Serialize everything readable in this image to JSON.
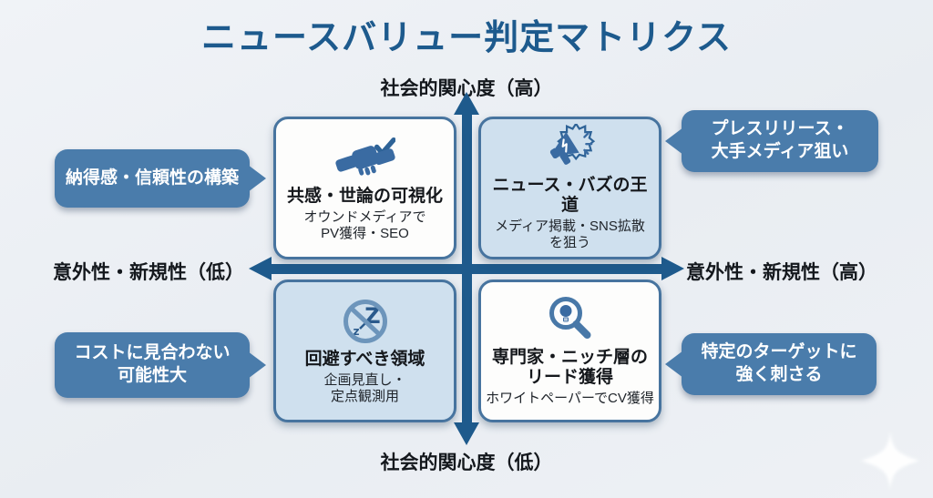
{
  "title": "ニュースバリュー判定マトリクス",
  "axes": {
    "vertical_top": "社会的関心度（高）",
    "vertical_bottom": "社会的関心度（低）",
    "horizontal_left": "意外性・新規性（低）",
    "horizontal_right": "意外性・新規性（高）"
  },
  "quadrants": {
    "top_left": {
      "icon": "handshake-check-icon",
      "title": "共感・世論の可視化",
      "subtitle": "オウンドメディアで\nPV獲得・SEO"
    },
    "top_right": {
      "icon": "megaphone-burst-icon",
      "title": "ニュース・バズの王道",
      "subtitle": "メディア掲載・SNS拡散\nを狙う"
    },
    "bottom_left": {
      "icon": "no-sleep-icon",
      "title": "回避すべき領域",
      "subtitle": "企画見直し・\n定点観測用"
    },
    "bottom_right": {
      "icon": "magnifier-lightbulb-icon",
      "title": "専門家・ニッチ層の\nリード獲得",
      "subtitle": "ホワイトペーパーでCV獲得"
    }
  },
  "callouts": {
    "top_left": "納得感・信頼性の構築",
    "bottom_left": "コストに見合わない\n可能性大",
    "top_right": "プレスリリース・\n大手メディア狙い",
    "bottom_right": "特定のターゲットに\n強く刺さる"
  },
  "colors": {
    "title_blue": "#1d5a8d",
    "axis_arrow": "#1e5a8c",
    "card_border": "#47749f",
    "card_fill_white": "#fdfdfc",
    "card_fill_light_blue": "#cfe0ee",
    "callout_fill": "#4a7cab",
    "icon_blue": "#3a6ba2",
    "background": "#edf0f4"
  }
}
